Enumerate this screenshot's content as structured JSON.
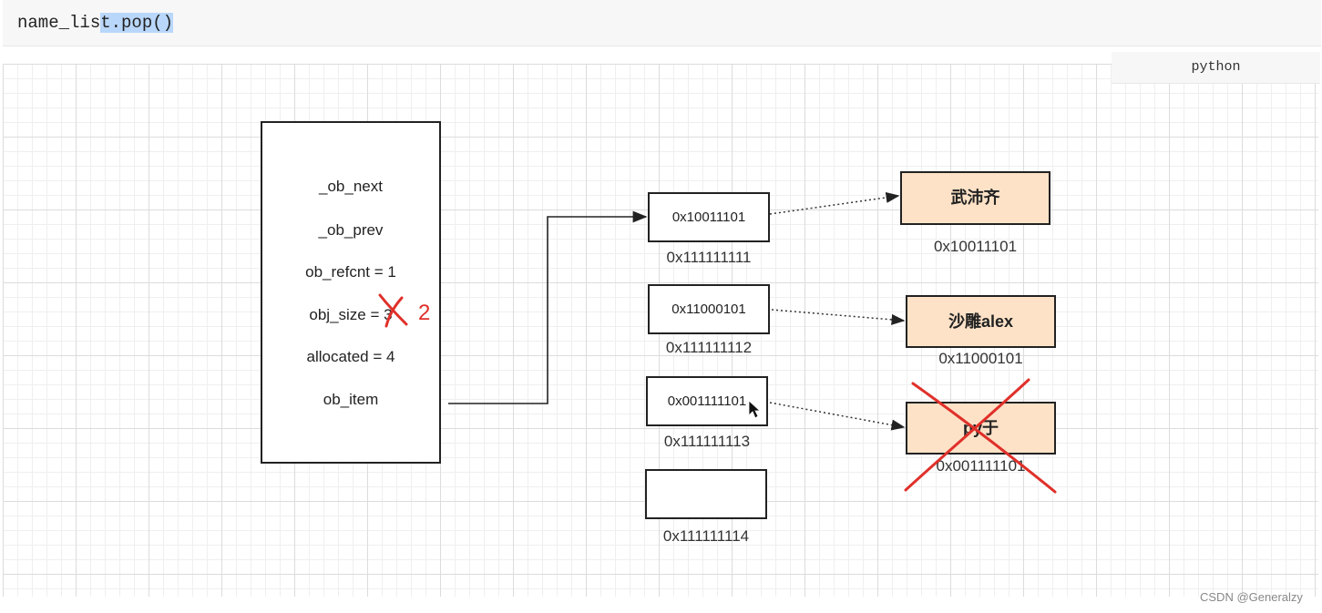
{
  "code": {
    "plain": "name_lis",
    "selected": "t.pop()"
  },
  "language_label": "python",
  "struct": {
    "fields": [
      "_ob_next",
      "_ob_prev",
      "ob_refcnt = 1",
      "obj_size = 3",
      "allocated = 4",
      "ob_item"
    ]
  },
  "correction": "2",
  "slots": [
    {
      "value": "0x10011101",
      "address": "0x111111111"
    },
    {
      "value": "0x11000101",
      "address": "0x111111112"
    },
    {
      "value": "0x001111101",
      "address": "0x111111113"
    },
    {
      "value": "",
      "address": "0x111111114"
    }
  ],
  "objects": [
    {
      "label": "武沛齐",
      "address": "0x10011101",
      "deleted": false
    },
    {
      "label": "沙雕alex",
      "address": "0x11000101",
      "deleted": false
    },
    {
      "label": "py于",
      "address": "0x001111101",
      "deleted": true
    }
  ],
  "colors": {
    "object_fill": "#fde2c7",
    "strike": "#e0302a"
  },
  "watermark": "CSDN @Generalzy"
}
